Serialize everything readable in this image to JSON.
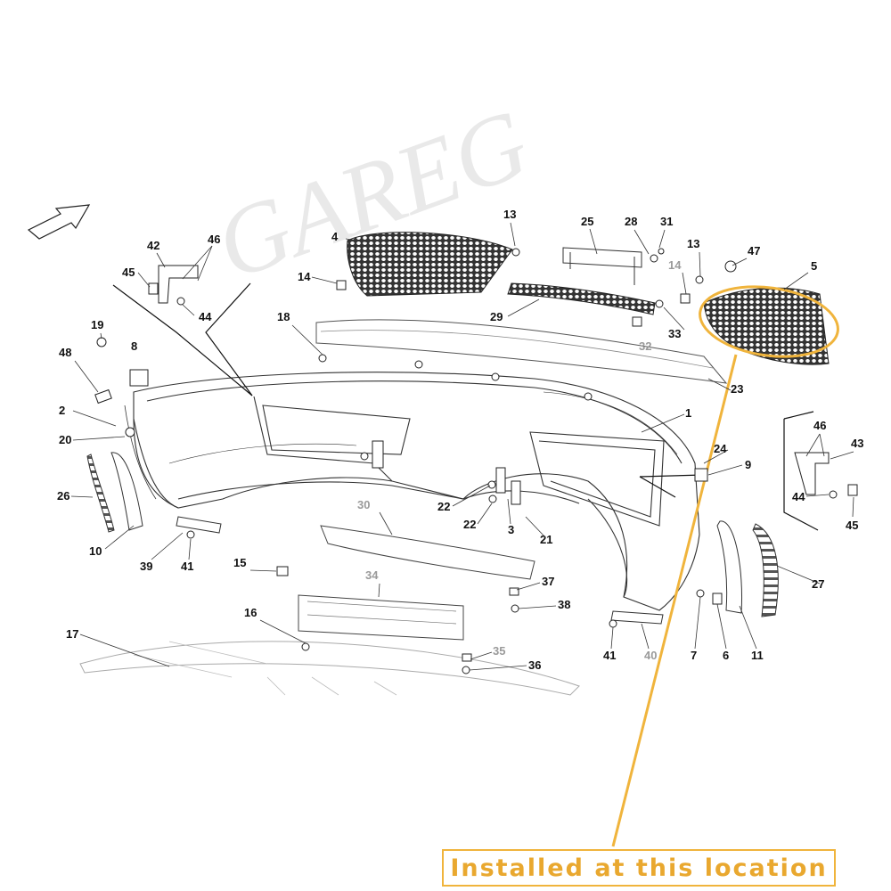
{
  "watermark": "GAREG",
  "callout": {
    "text": "Installed at this location",
    "color": "#e9a82f"
  },
  "labels": {
    "l1": "1",
    "l2": "2",
    "l3": "3",
    "l4": "4",
    "l5": "5",
    "l6": "6",
    "l7": "7",
    "l8": "8",
    "l9": "9",
    "l10": "10",
    "l11": "11",
    "l13a": "13",
    "l13b": "13",
    "l14a": "14",
    "l14b": "14",
    "l15": "15",
    "l16": "16",
    "l17": "17",
    "l18": "18",
    "l19": "19",
    "l20": "20",
    "l21": "21",
    "l22a": "22",
    "l22b": "22",
    "l23": "23",
    "l24": "24",
    "l25": "25",
    "l26": "26",
    "l27": "27",
    "l28": "28",
    "l29": "29",
    "l30": "30",
    "l31": "31",
    "l32": "32",
    "l33": "33",
    "l34": "34",
    "l35": "35",
    "l36": "36",
    "l37": "37",
    "l38": "38",
    "l39": "39",
    "l40": "40",
    "l41a": "41",
    "l41b": "41",
    "l42": "42",
    "l43": "43",
    "l44a": "44",
    "l44b": "44",
    "l45a": "45",
    "l45b": "45",
    "l46a": "46",
    "l46b": "46",
    "l47": "47",
    "l48": "48"
  }
}
